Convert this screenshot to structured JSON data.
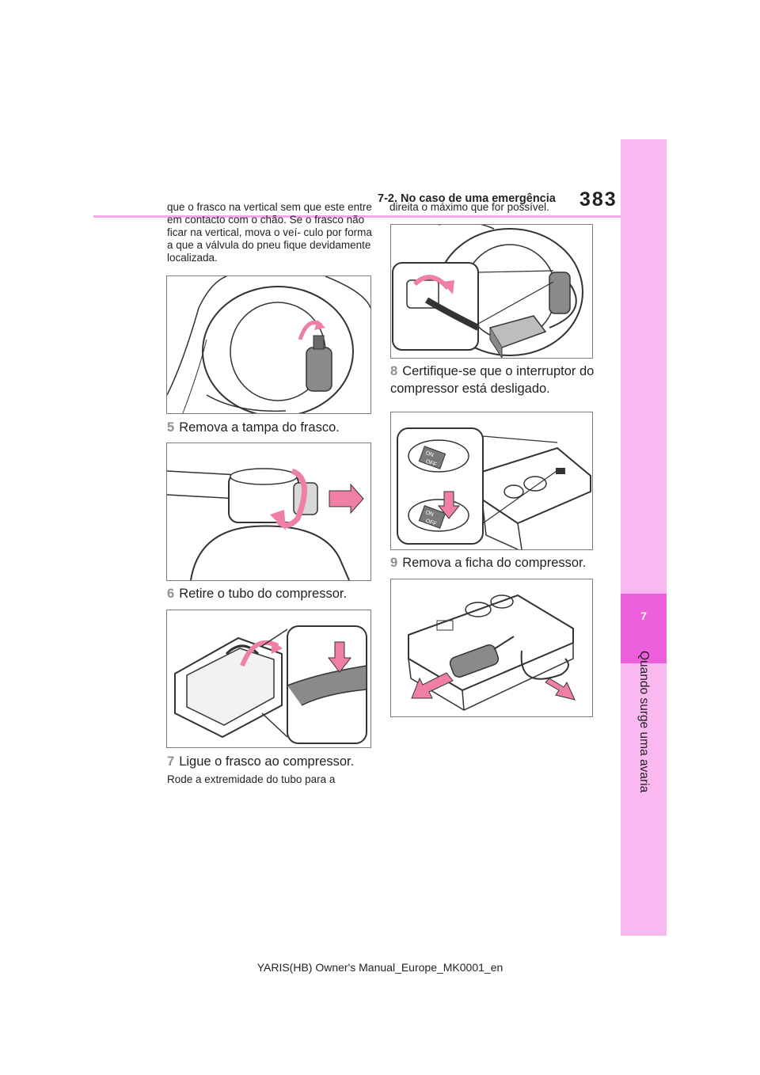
{
  "header": {
    "page_number": "383",
    "section_title": "7-2. No caso de uma emergência"
  },
  "sidebar": {
    "chapter_number": "7",
    "chapter_title": "Quando surge uma avaria"
  },
  "left_column": {
    "intro_text": "que o frasco na vertical sem que este entre em contacto com o chão. Se o frasco não ficar na vertical, mova o veí- culo por forma a que a válvula do pneu fique devidamente localizada.",
    "step5": {
      "number": "5",
      "text": "Remova a tampa do frasco."
    },
    "step6": {
      "number": "6",
      "text": "Retire o tubo do compressor."
    },
    "step7": {
      "number": "7",
      "text": "Ligue o frasco ao compressor."
    },
    "step7_note": "Rode a extremidade do tubo para a"
  },
  "right_column": {
    "continuation_text": "direita o máximo que for possível.",
    "step8": {
      "number": "8",
      "text": "Certifique-se que o interruptor do compressor está desligado."
    },
    "step9": {
      "number": "9",
      "text": "Remova a ficha do compressor."
    },
    "switch_labels": {
      "on": "ON",
      "off": "OFF"
    }
  },
  "footer": {
    "text": "YARIS(HB) Owner's Manual_Europe_MK0001_en"
  },
  "colors": {
    "accent_pink": "#ee60db",
    "sidebar_pink": "#f9b8ef",
    "rule_pink": "#f5a9e8",
    "arrow_pink": "#f07fa8"
  }
}
